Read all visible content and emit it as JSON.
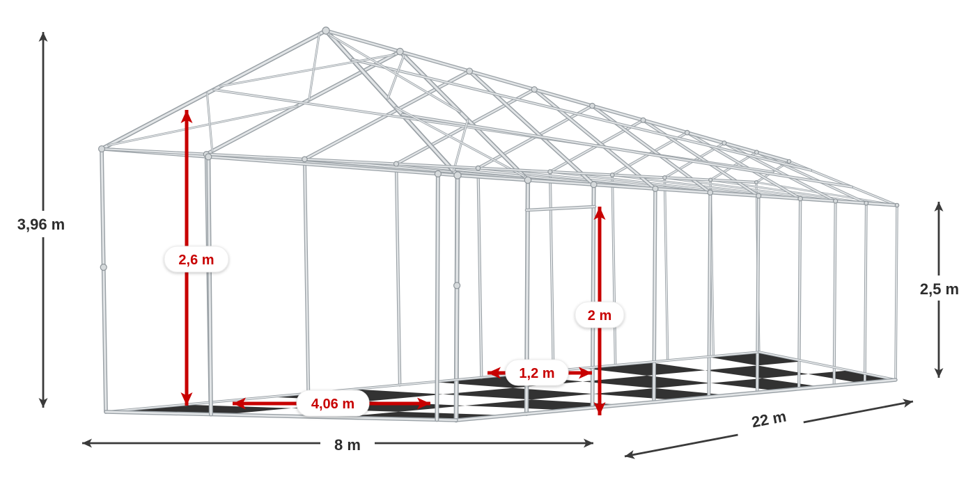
{
  "diagram": {
    "dimensions": {
      "total_height": "3,96 m",
      "eave_height": "2,5 m",
      "width": "8 m",
      "length": "22 m",
      "gable_entrance_height": "2,6 m",
      "gable_entrance_width": "4,06 m",
      "side_entrance_height": "2 m",
      "side_entrance_width": "1,2 m"
    },
    "colors": {
      "dimension_primary": "#3a3a3a",
      "dimension_accent": "#c80000",
      "frame_light": "#e2e5e7",
      "frame_dark": "#9aa1a6",
      "shadow": "#161616",
      "background": "#ffffff"
    }
  }
}
